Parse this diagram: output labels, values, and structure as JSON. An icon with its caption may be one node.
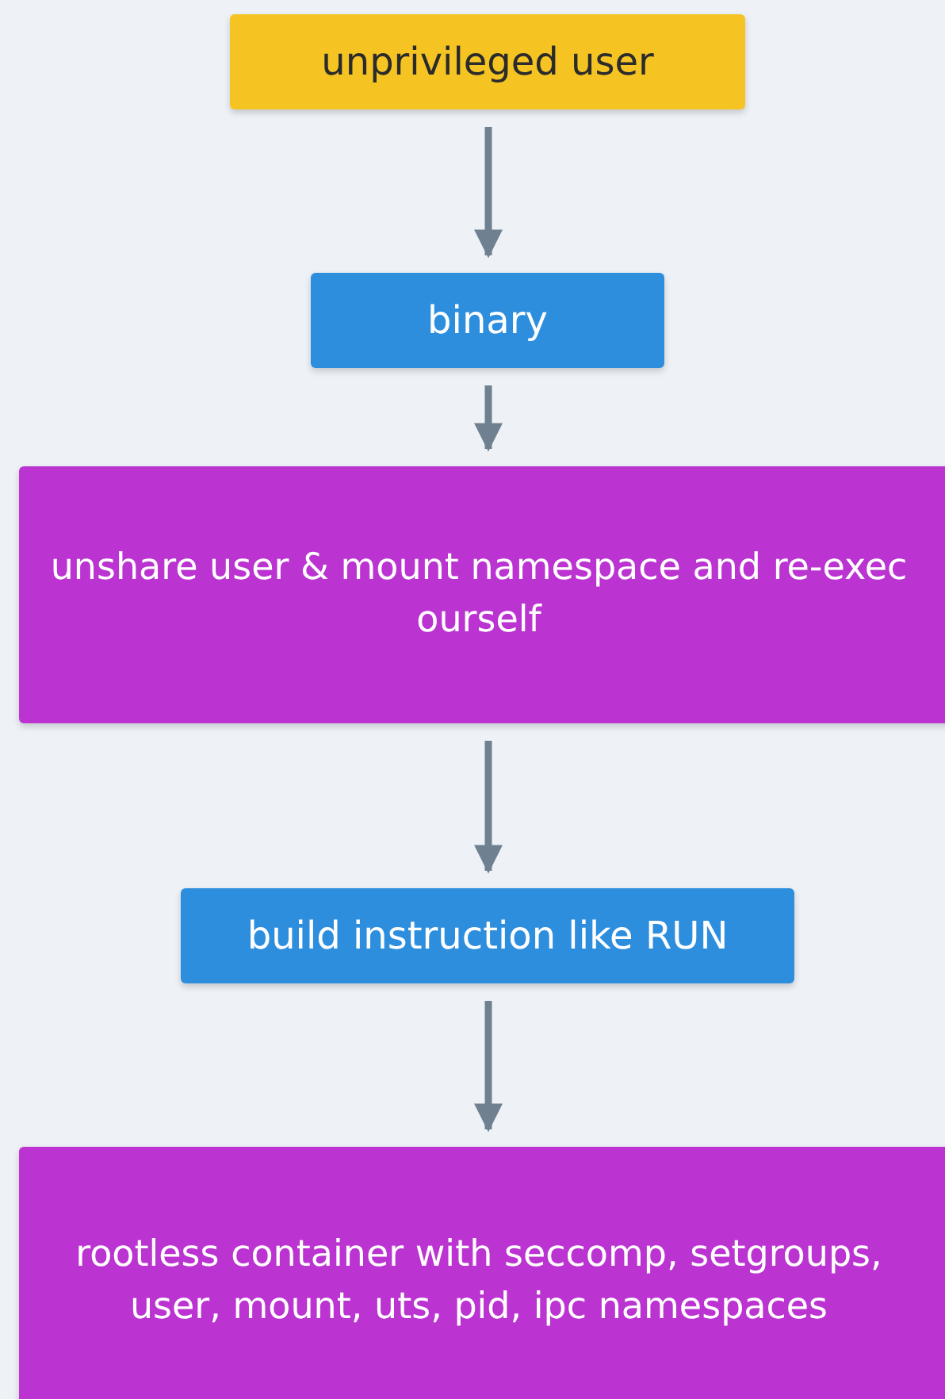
{
  "diagram": {
    "nodes": [
      {
        "text": [
          "unprivileged user"
        ]
      },
      {
        "text": [
          "binary"
        ]
      },
      {
        "text": [
          "unshare user & mount namespace and re-exec ourself"
        ]
      },
      {
        "text": [
          "build instruction like RUN"
        ]
      },
      {
        "text": [
          "rootless container with seccomp, setgroups, user, mount, uts, pid, ipc namespaces"
        ]
      }
    ],
    "edges": [
      {
        "from": 0,
        "to": 1,
        "arrow": "to"
      },
      {
        "from": 1,
        "to": 2,
        "arrow": "to"
      },
      {
        "from": 2,
        "to": 3,
        "arrow": "to"
      },
      {
        "from": 3,
        "to": 4,
        "arrow": "to"
      }
    ]
  }
}
